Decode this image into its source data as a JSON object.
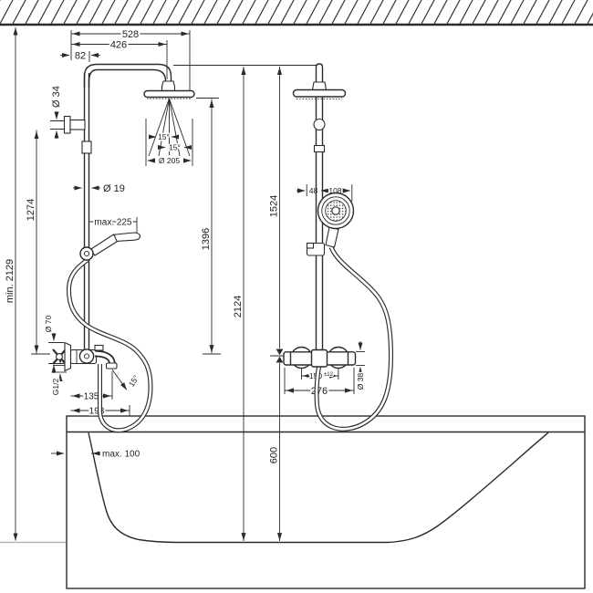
{
  "drawing": {
    "left_view": {
      "width_total": "528",
      "arm_projection": "426",
      "wall_offset": "82",
      "bracket_dia": "Ø 34",
      "pipe_dia": "Ø 19",
      "handshower_reach": "max. 225",
      "bracket_height": "1274",
      "min_ceiling_height": "min. 2129",
      "flange_dia": "Ø 70",
      "thread": "G1/2",
      "spout_reach": "135",
      "spout_front": "198",
      "spout_angle": "15°",
      "spray_angle_left": "15°",
      "spray_angle_right": "15°",
      "head_dia": "Ø 205",
      "head_to_valve": "1396",
      "arm_to_tub_floor": "2124"
    },
    "right_view": {
      "pipe_above_valve": "1524",
      "holder_left": "48",
      "holder_right": "108",
      "hole_distance": "150",
      "hole_tolerance": "±12",
      "valve_width": "276",
      "valve_dia": "Ø 38",
      "valve_above_floor": "600"
    },
    "tub": {
      "rim_max": "max. 100"
    }
  }
}
